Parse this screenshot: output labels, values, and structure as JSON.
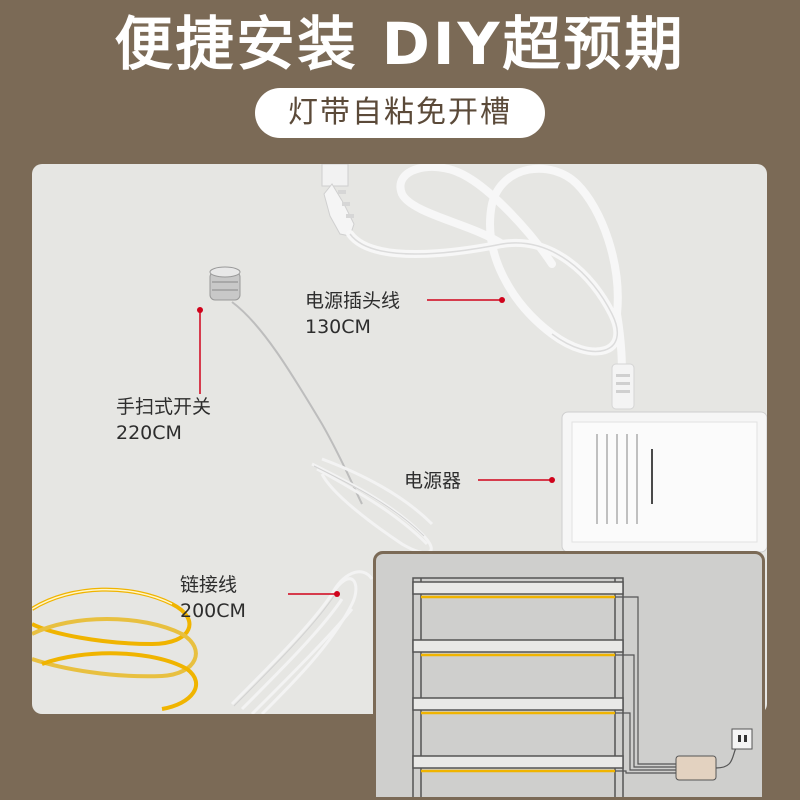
{
  "header": {
    "title": "便捷安装 DIY超预期",
    "subtitle": "灯带自粘免开槽"
  },
  "callouts": {
    "power_cable": {
      "name": "电源插头线",
      "length": "130CM"
    },
    "switch": {
      "name": "手扫式开关",
      "length": "220CM"
    },
    "power_supply": {
      "name": "电源器"
    },
    "link_cable": {
      "name": "链接线",
      "length": "200CM"
    }
  },
  "colors": {
    "background": "#7b6a56",
    "photo_bg": "#e6e6e3",
    "callout_line": "#d0021b",
    "led_strip": "#f0b400",
    "inset_bg": "#cfcfcd"
  }
}
